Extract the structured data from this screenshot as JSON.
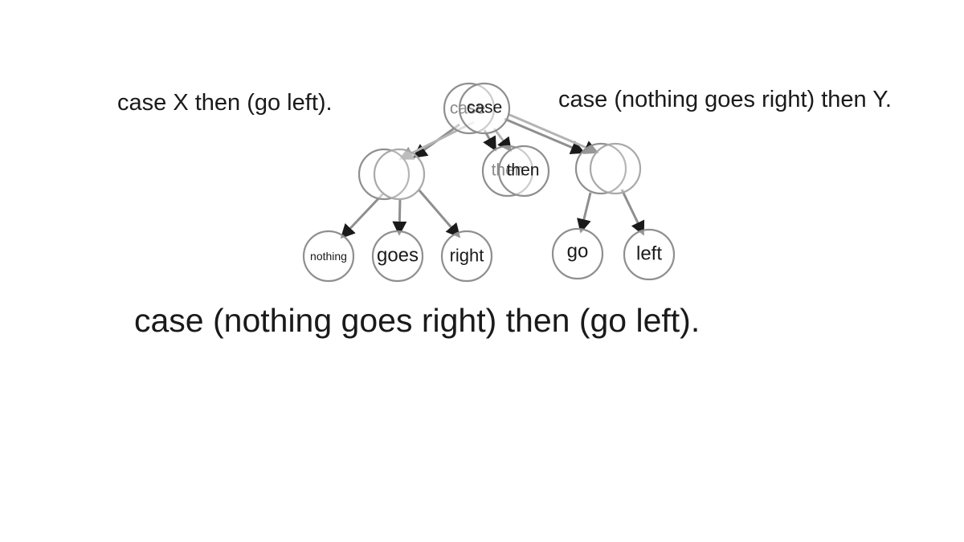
{
  "captions": {
    "left": "case X then (go left).",
    "right": "case (nothing goes right) then Y.",
    "main": "case (nothing goes right) then (go left)."
  },
  "nodes": {
    "root_a": "case",
    "root_b": "case",
    "then_a": "then",
    "then_b": "then",
    "nothing": "nothing",
    "goes": "goes",
    "right": "right",
    "go": "go",
    "left": "left"
  },
  "colors": {
    "edge": "#8f8f8f",
    "node_stroke": "#8f8f8f",
    "text": "#1a1a1a",
    "background": "#ffffff"
  }
}
